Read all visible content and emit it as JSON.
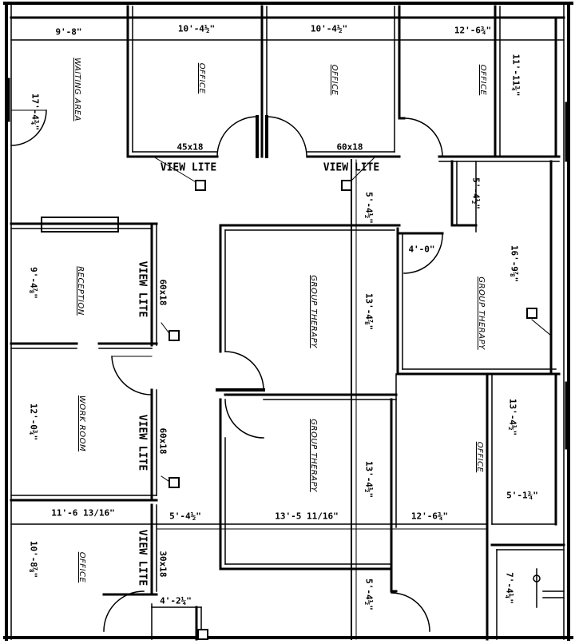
{
  "rooms": {
    "waiting_area": "WAITING AREA",
    "office_1": "OFFICE",
    "office_2": "OFFICE",
    "office_3": "OFFICE",
    "reception": "RECEPTION",
    "work_room": "WORK ROOM",
    "office_4": "OFFICE",
    "group_therapy_1": "GROUP THERAPY",
    "group_therapy_2": "GROUP THERAPY",
    "group_therapy_3": "GROUP THERAPY",
    "office_5": "OFFICE"
  },
  "dimensions": {
    "d1": "9'-8\"",
    "d2": "10'-4½\"",
    "d3": "10'-4½\"",
    "d4": "12'-6¾\"",
    "d5": "11'-11¾\"",
    "d6": "17'-4¾\"",
    "d7": "5'-4½\"",
    "d8": "4'-0\"",
    "d9": "16'-9⅞\"",
    "d10": "5'-4½\"",
    "d11": "9'-4⅞\"",
    "d12": "13'-4⅞\"",
    "d13": "12'-0¾\"",
    "d14": "13'-4½\"",
    "d15": "13'-4½\"",
    "d16": "5'-1¾\"",
    "d17": "11'-6 13/16\"",
    "d18": "5'-4½\"",
    "d19": "13'-5 11/16\"",
    "d20": "12'-6¾\"",
    "d21": "10'-8⅞\"",
    "d22": "4'-2¼\"",
    "d23": "5'-4½\"",
    "d24": "7'-4¼\""
  },
  "windows": {
    "w1": "45x18",
    "w2": "60x18",
    "w3": "60x18",
    "w4": "60x18",
    "w5": "30x18"
  },
  "view_lites": {
    "v1": "VIEW LITE",
    "v2": "VIEW LITE",
    "v3": "VIEW LITE",
    "v4": "VIEW LITE",
    "v5": "VIEW LITE"
  }
}
